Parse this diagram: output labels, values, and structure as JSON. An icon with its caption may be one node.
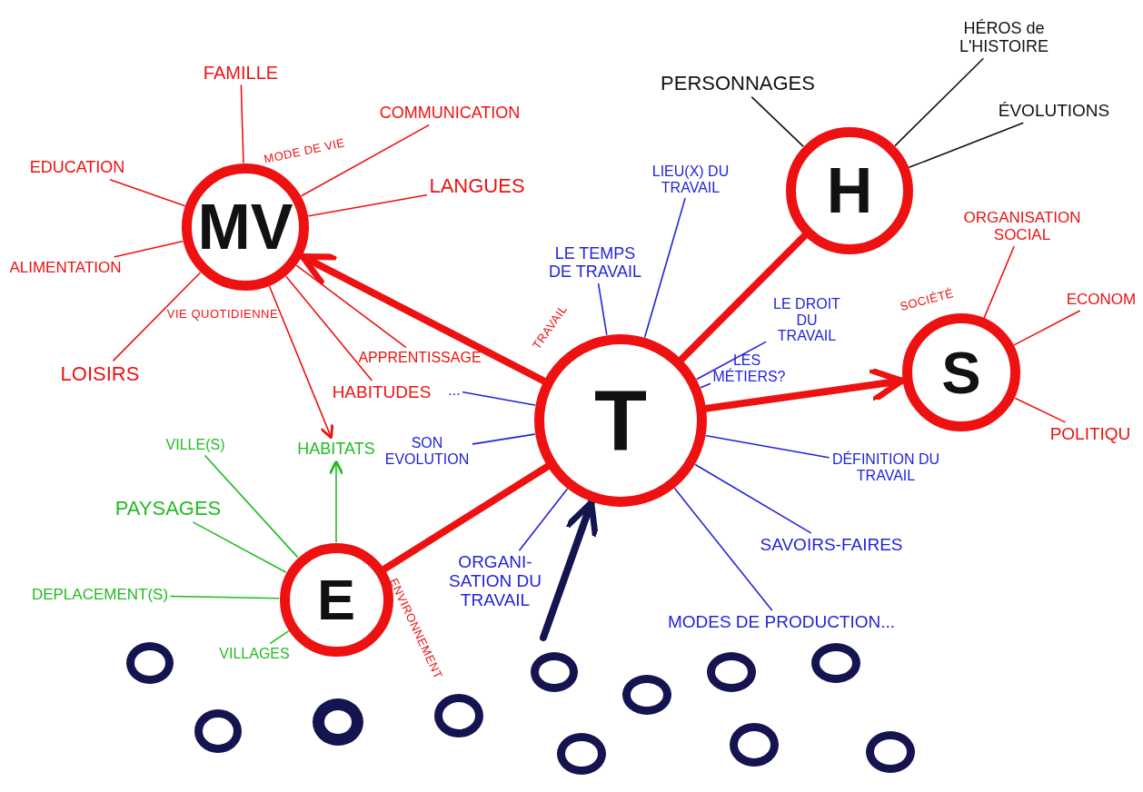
{
  "diagram": {
    "nodes": [
      {
        "text": [
          "MV",
          "MODE DE VIE",
          "VIE QUOTIDIENNE"
        ]
      },
      {
        "text": [
          "FAMILLE"
        ]
      },
      {
        "text": [
          "COMMUNICATION"
        ]
      },
      {
        "text": [
          "LANGUES"
        ]
      },
      {
        "text": [
          "EDUCATION"
        ]
      },
      {
        "text": [
          "ALIMENTATION"
        ]
      },
      {
        "text": [
          "LOISIRS"
        ]
      },
      {
        "text": [
          "HABITUDES"
        ]
      },
      {
        "text": [
          "APPRENTISSAGE"
        ]
      },
      {
        "text": [
          "H"
        ]
      },
      {
        "text": [
          "PERSONNAGES"
        ]
      },
      {
        "text": [
          "HÉROS de L'HISTOIRE"
        ]
      },
      {
        "text": [
          "ÉVOLUTIONS"
        ]
      },
      {
        "text": [
          "T",
          "TRAVAIL"
        ]
      },
      {
        "text": [
          "..."
        ]
      },
      {
        "text": [
          "LE TEMPS DE TRAVAIL"
        ]
      },
      {
        "text": [
          "LIEU(X) DU TRAVAIL"
        ]
      },
      {
        "text": [
          "LE DROIT DU TRAVAIL"
        ]
      },
      {
        "text": [
          "LES MÉTIERS?"
        ]
      },
      {
        "text": [
          "SON EVOLUTION"
        ]
      },
      {
        "text": [
          "DÉFINITION DU TRAVAIL"
        ]
      },
      {
        "text": [
          "ORGANI- SATION DU TRAVAIL"
        ]
      },
      {
        "text": [
          "SAVOIRS-FAIRES"
        ]
      },
      {
        "text": [
          "MODES DE PRODUCTION..."
        ]
      },
      {
        "text": [
          "S",
          "SOCIÉTÉ"
        ]
      },
      {
        "text": [
          "ORGANISATION SOCIAL"
        ]
      },
      {
        "text": [
          "ECONOM"
        ]
      },
      {
        "text": [
          "POLITIQU"
        ]
      },
      {
        "text": [
          "E",
          "ENVIRONNEMENT"
        ]
      },
      {
        "text": [
          "HABITATS"
        ]
      },
      {
        "text": [
          "VILLE(S)"
        ]
      },
      {
        "text": [
          "PAYSAGES"
        ]
      },
      {
        "text": [
          "DEPLACEMENT(S)"
        ]
      },
      {
        "text": [
          "VILLAGES"
        ]
      },
      {
        "text": [],
        "shape": "circle"
      },
      {
        "text": [],
        "shape": "circle"
      },
      {
        "text": [],
        "shape": "circle"
      },
      {
        "text": [],
        "shape": "circle"
      },
      {
        "text": [],
        "shape": "circle"
      },
      {
        "text": [],
        "shape": "circle"
      },
      {
        "text": [],
        "shape": "circle"
      },
      {
        "text": [],
        "shape": "circle"
      },
      {
        "text": [],
        "shape": "circle"
      },
      {
        "text": [],
        "shape": "circle"
      },
      {
        "text": [],
        "shape": "circle"
      }
    ],
    "edges": [
      {
        "from": 0,
        "to": 1,
        "arrow": "none"
      },
      {
        "from": 0,
        "to": 2,
        "arrow": "none"
      },
      {
        "from": 0,
        "to": 3,
        "arrow": "none"
      },
      {
        "from": 0,
        "to": 4,
        "arrow": "none"
      },
      {
        "from": 0,
        "to": 5,
        "arrow": "none"
      },
      {
        "from": 0,
        "to": 6,
        "arrow": "none"
      },
      {
        "from": 0,
        "to": 7,
        "arrow": "none"
      },
      {
        "from": 0,
        "to": 8,
        "arrow": "none"
      },
      {
        "from": 0,
        "to": 29,
        "arrow": "to"
      },
      {
        "from": 13,
        "to": 0,
        "arrow": "to",
        "style": "thick"
      },
      {
        "from": 13,
        "to": 9,
        "arrow": "none",
        "style": "thick"
      },
      {
        "from": 13,
        "to": 24,
        "arrow": "to",
        "style": "thick"
      },
      {
        "from": 13,
        "to": 28,
        "arrow": "none",
        "style": "thick"
      },
      {
        "from": null,
        "to": 13,
        "arrow": "to",
        "style": "thick",
        "color": "#141450"
      },
      {
        "from": 9,
        "to": 10,
        "arrow": "none",
        "color": "#111111"
      },
      {
        "from": 9,
        "to": 11,
        "arrow": "none",
        "color": "#111111"
      },
      {
        "from": 9,
        "to": 12,
        "arrow": "none",
        "color": "#111111"
      },
      {
        "from": 13,
        "to": 14,
        "arrow": "none",
        "color": "#2222dd"
      },
      {
        "from": 13,
        "to": 15,
        "arrow": "none",
        "color": "#2222dd"
      },
      {
        "from": 13,
        "to": 16,
        "arrow": "none",
        "color": "#2222dd"
      },
      {
        "from": 13,
        "to": 17,
        "arrow": "none",
        "color": "#2222dd"
      },
      {
        "from": 13,
        "to": 18,
        "arrow": "none",
        "color": "#2222dd"
      },
      {
        "from": 13,
        "to": 19,
        "arrow": "none",
        "color": "#2222dd"
      },
      {
        "from": 13,
        "to": 20,
        "arrow": "none",
        "color": "#2222dd"
      },
      {
        "from": 13,
        "to": 21,
        "arrow": "none",
        "color": "#2222dd"
      },
      {
        "from": 13,
        "to": 22,
        "arrow": "none",
        "color": "#2222dd"
      },
      {
        "from": 13,
        "to": 23,
        "arrow": "none",
        "color": "#2222dd"
      },
      {
        "from": 24,
        "to": 25,
        "arrow": "none"
      },
      {
        "from": 24,
        "to": 26,
        "arrow": "none"
      },
      {
        "from": 24,
        "to": 27,
        "arrow": "none"
      },
      {
        "from": 28,
        "to": 29,
        "arrow": "to",
        "color": "#22bb22"
      },
      {
        "from": 28,
        "to": 30,
        "arrow": "none",
        "color": "#22bb22"
      },
      {
        "from": 28,
        "to": 31,
        "arrow": "none",
        "color": "#22bb22"
      },
      {
        "from": 28,
        "to": 32,
        "arrow": "none",
        "color": "#22bb22"
      },
      {
        "from": 28,
        "to": 33,
        "arrow": "none",
        "color": "#22bb22"
      }
    ]
  }
}
